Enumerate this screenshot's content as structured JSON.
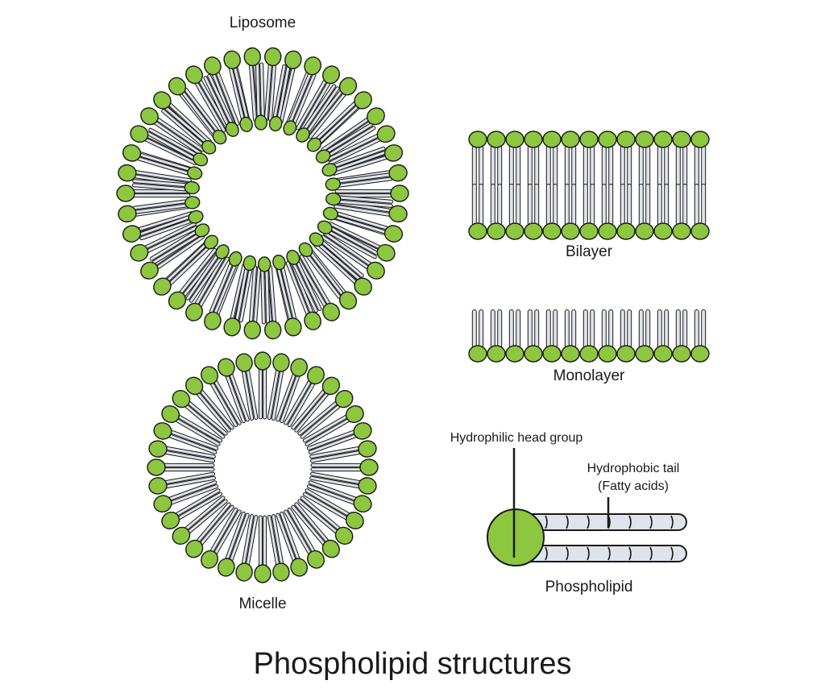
{
  "title": "Phospholipid structures",
  "structures": {
    "liposome": "Liposome",
    "bilayer": "Bilayer",
    "monolayer": "Monolayer",
    "micelle": "Micelle",
    "phospholipid": "Phospholipid"
  },
  "annotations": {
    "head": "Hydrophilic head group",
    "tail_line1": "Hydrophobic tail",
    "tail_line2": "(Fatty acids)"
  },
  "colors": {
    "head_fill": "#8dc63f",
    "tail_fill": "#dfe3ea",
    "outline": "#1a1a1a"
  }
}
